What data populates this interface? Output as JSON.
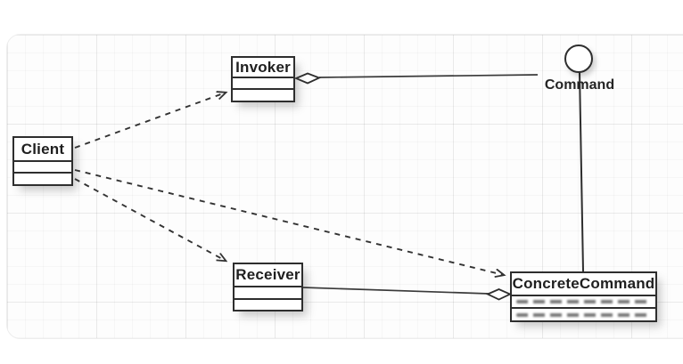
{
  "diagram": {
    "kind": "uml-class-diagram",
    "pattern": "Command",
    "nodes": [
      {
        "id": "client",
        "label": "Client",
        "shape": "class-box",
        "compartments": 2
      },
      {
        "id": "invoker",
        "label": "Invoker",
        "shape": "class-box",
        "compartments": 2
      },
      {
        "id": "receiver",
        "label": "Receiver",
        "shape": "class-box",
        "compartments": 2
      },
      {
        "id": "concrete_command",
        "label": "ConcreteCommand",
        "shape": "class-box",
        "compartments": 2,
        "compartment_note": "blurred illegible text"
      },
      {
        "id": "command",
        "label": "Command",
        "shape": "lollipop-interface"
      }
    ],
    "edges": [
      {
        "from": "client",
        "to": "invoker",
        "style": "dashed",
        "end": "open-arrow"
      },
      {
        "from": "client",
        "to": "concrete_command",
        "style": "dashed",
        "end": "open-arrow"
      },
      {
        "from": "client",
        "to": "receiver",
        "style": "dashed",
        "end": "open-arrow"
      },
      {
        "from": "invoker",
        "to": "command",
        "style": "solid",
        "start": "hollow-diamond"
      },
      {
        "from": "receiver",
        "to": "concrete_command",
        "style": "solid",
        "end": "hollow-diamond"
      },
      {
        "from": "command",
        "to": "concrete_command",
        "style": "solid",
        "end": "none"
      }
    ],
    "colors": {
      "stroke": "#333333",
      "box_border": "#2e2e2e",
      "box_fill": "#ffffff",
      "text": "#1f1f1f",
      "canvas_bg": "#fdfdfd",
      "grid_line": "#ededed",
      "page_bg": "#ffffff"
    }
  }
}
